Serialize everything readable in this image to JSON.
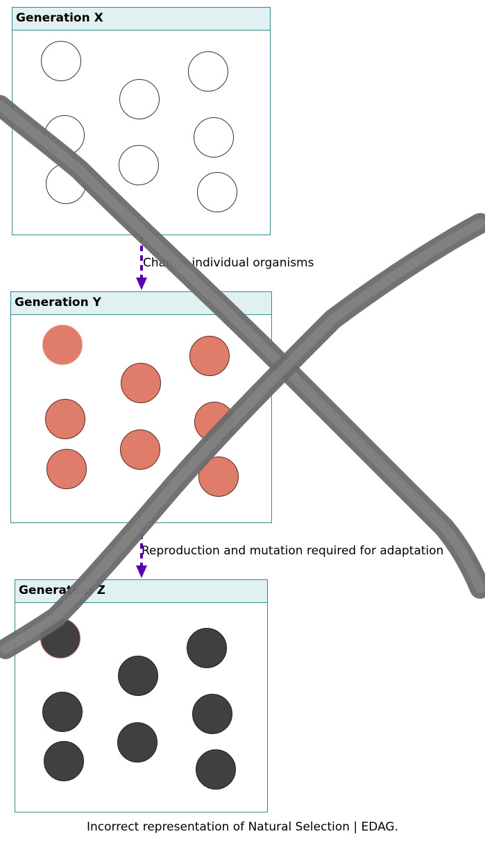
{
  "panels": {
    "x": {
      "title": "Generation X"
    },
    "y": {
      "title": "Generation Y"
    },
    "z": {
      "title": "Generation Z"
    }
  },
  "arrows": {
    "xy_label": "Change individual organisms",
    "yz_label": "Reproduction and mutation required for adaptation"
  },
  "caption": "Incorrect representation of Natural Selection | EDAG.",
  "colors": {
    "generation_x_fill": "#ffffff",
    "generation_y_fill": "#e07c6a",
    "generation_z_fill": "#404040",
    "arrow": "#5500aa",
    "cross_out": "#777777",
    "panel_border": "#2e8b8b",
    "panel_header": "#e1f0f0"
  }
}
